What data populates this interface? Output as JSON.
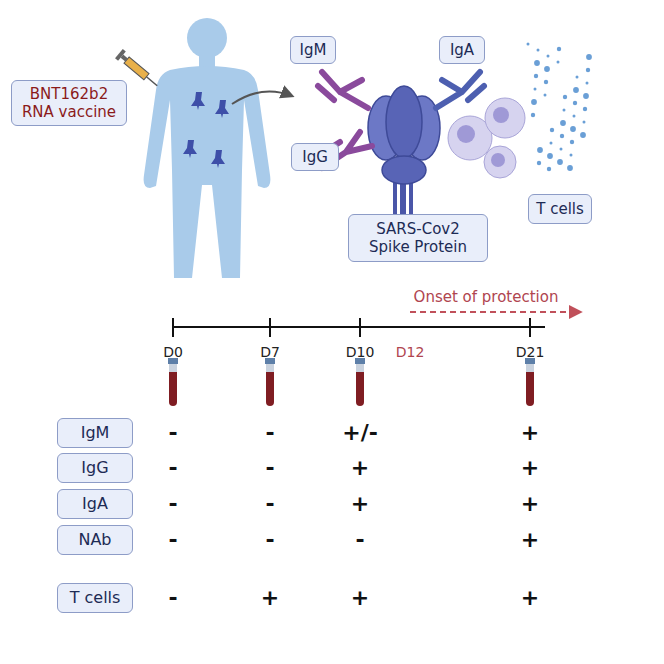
{
  "diagram": {
    "nodes": [
      {
        "text": [
          "BNT162b2 RNA vaccine"
        ]
      },
      {
        "text": [
          "IgM"
        ]
      },
      {
        "text": [
          "IgA"
        ]
      },
      {
        "text": [
          "IgG"
        ]
      },
      {
        "text": [
          "SARS-Cov2 Spike Protein"
        ]
      },
      {
        "text": [
          "T cells"
        ]
      },
      {
        "text": [
          "IgM"
        ]
      },
      {
        "text": [
          "IgG"
        ]
      },
      {
        "text": [
          "IgA"
        ]
      },
      {
        "text": [
          "NAb"
        ]
      },
      {
        "text": [
          "T cells"
        ]
      }
    ],
    "labels": [
      "Onset of protection",
      "D0",
      "D7",
      "D10",
      "D12",
      "D21",
      "-",
      "-",
      "+/-",
      "+",
      "-",
      "-",
      "+",
      "+",
      "-",
      "-",
      "+",
      "+",
      "-",
      "-",
      "-",
      "+",
      "-",
      "+",
      "+",
      "+"
    ]
  }
}
